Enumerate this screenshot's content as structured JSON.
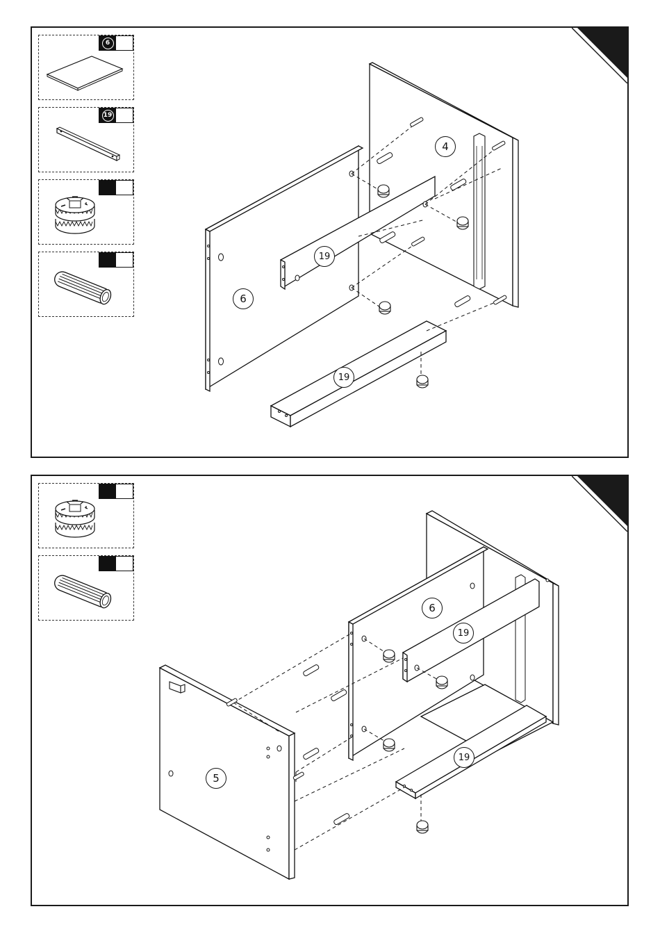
{
  "step1": {
    "parts": [
      {
        "id": "6",
        "qty": "",
        "icon": "panel-icon"
      },
      {
        "id": "19",
        "qty": "",
        "icon": "rail-icon"
      },
      {
        "id": "",
        "qty": "",
        "icon": "cam-lock-icon"
      },
      {
        "id": "",
        "qty": "",
        "icon": "dowel-icon"
      }
    ],
    "labels": [
      "4",
      "6",
      "19",
      "19"
    ]
  },
  "step2": {
    "parts": [
      {
        "id": "",
        "qty": "",
        "icon": "cam-lock-icon"
      },
      {
        "id": "",
        "qty": "",
        "icon": "dowel-icon"
      }
    ],
    "labels": [
      "6",
      "19",
      "19",
      "5"
    ]
  },
  "colors": {
    "line": "#1a1a1a",
    "flag": "#1a1a1a",
    "panel": "#ffffff"
  }
}
